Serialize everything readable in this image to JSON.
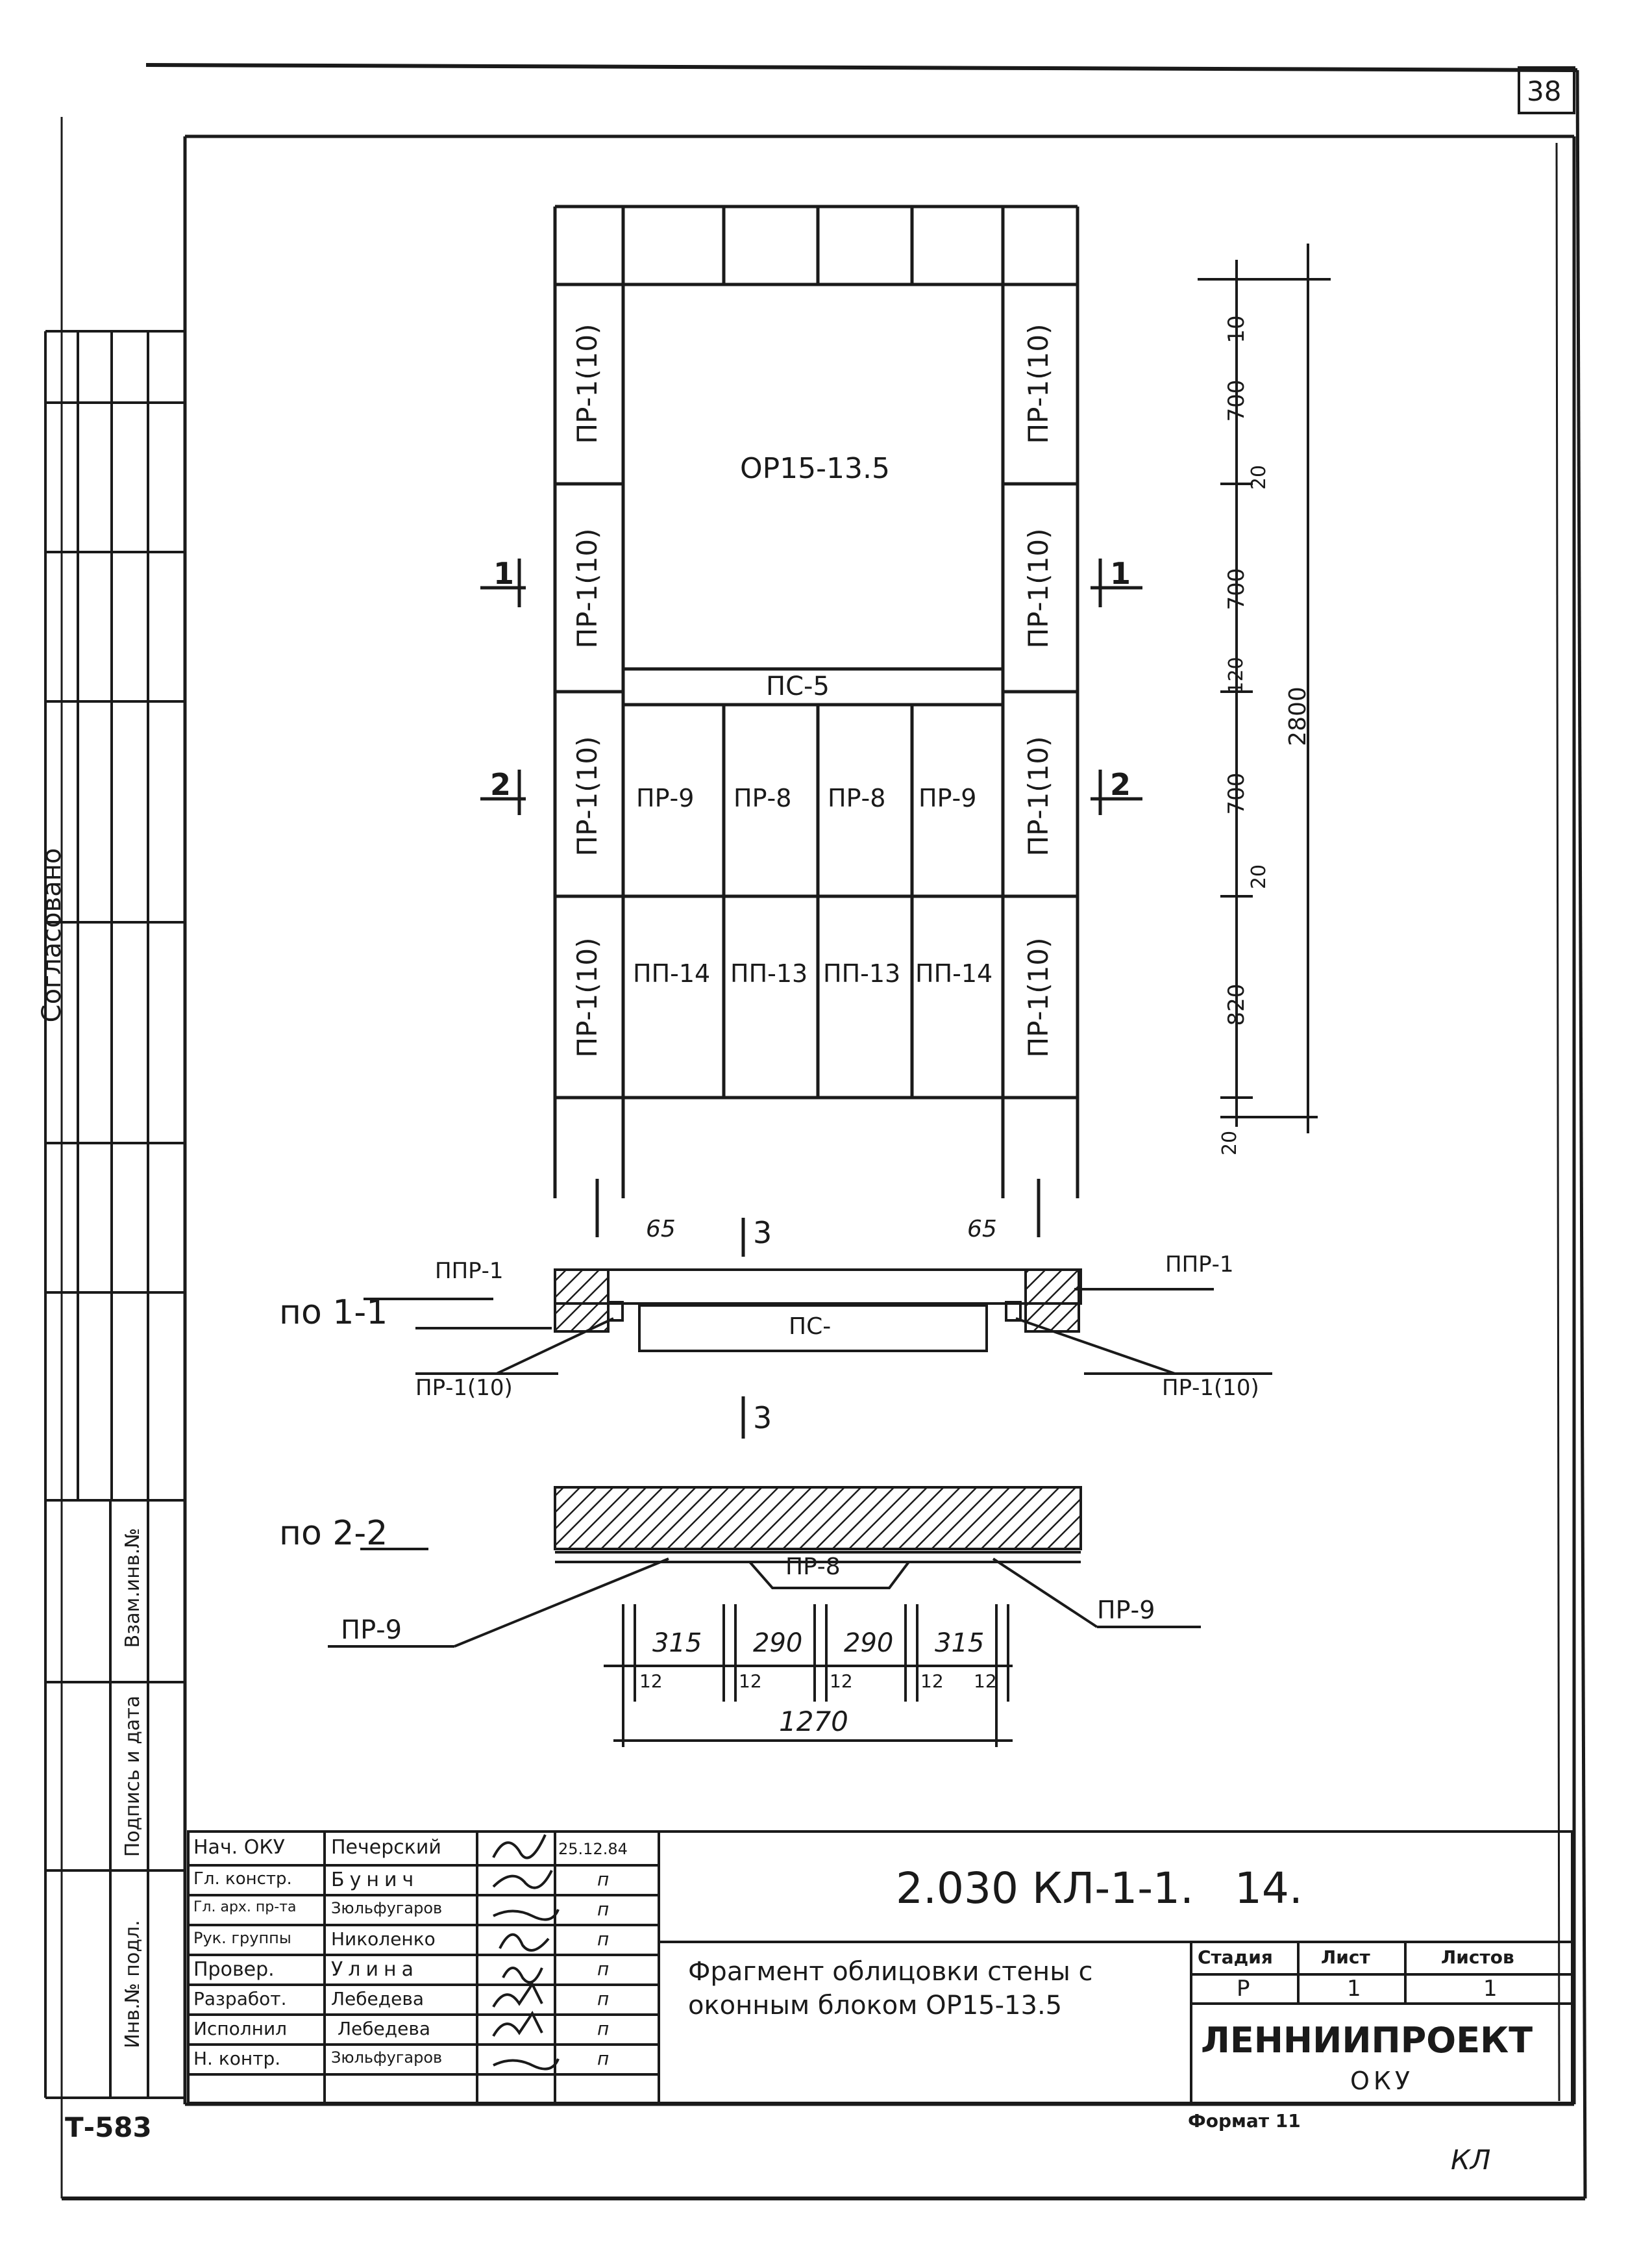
{
  "sheet_corner_number": "38",
  "side_stamp": {
    "agreed_label": "Согласовано",
    "replace_label": "Взам.инв.№",
    "signdate_label": "Подпись и дата",
    "invno_label": "Инв.№ подл."
  },
  "drawing": {
    "panels": {
      "top_window": "ОР15-13.5",
      "left_column": [
        "ПР-1(10)",
        "ПР-1(10)",
        "ПР-1(10)",
        "ПР-1(10)"
      ],
      "right_column": [
        "ПР-1(10)",
        "ПР-1(10)",
        "ПР-1(10)",
        "ПР-1(10)"
      ],
      "sill": "ПС-5",
      "middle_row": [
        "ПР-9",
        "ПР-8",
        "ПР-8",
        "ПР-9"
      ],
      "bottom_row": [
        "ПП-14",
        "ПП-13",
        "ПП-13",
        "ПП-14"
      ]
    },
    "dimensions_right": [
      "10",
      "700",
      "20",
      "700",
      "120",
      "700",
      "20",
      "820",
      "20"
    ],
    "dimension_total": "2800",
    "section_marks": [
      "1",
      "1",
      "2",
      "2",
      "3",
      "3"
    ],
    "offsets": [
      "65",
      "65"
    ],
    "section_1": {
      "title": "по 1-1",
      "left_top": "ППР-1",
      "left_bottom": "ПР-1(10)",
      "right_top": "ППР-1",
      "right_bottom": "ПР-1(10)",
      "center": "ПС-"
    },
    "section_2": {
      "title": "по 2-2",
      "center": "ПР-8",
      "left": "ПР-9",
      "right": "ПР-9"
    },
    "bottom_dims": [
      "315",
      "290",
      "290",
      "315"
    ],
    "bottom_gaps": [
      "12",
      "12",
      "12",
      "12",
      "12"
    ],
    "bottom_total": "1270"
  },
  "title_block": {
    "roles": [
      "Нач. ОКУ",
      "Гл. констр.",
      "Гл. арх. пр-та",
      "Рук. группы",
      "Провер.",
      "Разработ.",
      "Исполнил",
      "Н. контр."
    ],
    "names": [
      "Печерский",
      "Бунич",
      "Зюльфугаров",
      "Николенко",
      "Улина",
      "Лебедева",
      "Лебедева",
      "Зюльфугаров"
    ],
    "dates": [
      "25.12.84",
      "п",
      "п",
      "п",
      "п",
      "п",
      "п",
      "п"
    ],
    "doc_code": "2.030 КЛ-1-1.   14.",
    "description": "Фрагмент облицовки стены с оконным блоком ОР15-13.5",
    "stage_label": "Стадия",
    "sheet_label": "Лист",
    "sheets_label": "Листов",
    "stage_value": "Р",
    "sheet_value": "1",
    "sheets_value": "1",
    "org": "ЛЕННИИПРОЕКТ",
    "dept": "ОКУ",
    "format": "Формат 11"
  },
  "bottom_left_code": "Т-583",
  "bottom_right_mark": "КЛ"
}
